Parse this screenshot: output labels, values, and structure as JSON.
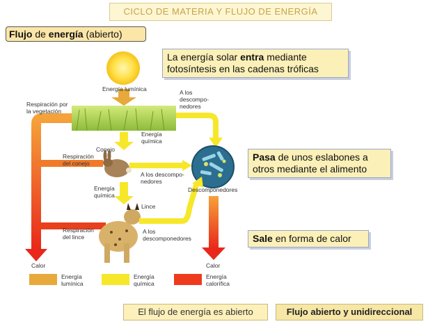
{
  "header": {
    "title": "CICLO DE MATERIA Y FLUJO DE ENERGÍA"
  },
  "flow_label": {
    "part1": "Flujo",
    "part2": " de ",
    "part3": "energía",
    "part4": " (abierto)"
  },
  "callouts": {
    "solar": {
      "line1_pre": "La energía solar ",
      "line1_bold": "entra",
      "line1_post": " mediante",
      "line2": "fotosíntesis en las cadenas tróficas"
    },
    "pasa": {
      "bold": "Pasa",
      "line1_rest": " de unos eslabones a",
      "line2": "otros mediante el alimento"
    },
    "sale": {
      "bold": "Sale",
      "rest": " en forma de calor"
    }
  },
  "diagram": {
    "energia_luminica": "Energía lumínica",
    "respiracion_vegetacion_1": "Respiración por",
    "respiracion_vegetacion_2": "la vegetación",
    "descomp_top_1": "A los",
    "descomp_top_2": "descompo-",
    "descomp_top_3": "nedores",
    "energia_quimica_1a": "Energía",
    "energia_quimica_1b": "química",
    "conejo": "Conejo",
    "respiracion_conejo_1": "Respiración",
    "respiracion_conejo_2": "del conejo",
    "descomp_mid_1": "A los descompo-",
    "descomp_mid_2": "nedores",
    "descomponedores": "Descomponedores",
    "energia_quimica_2a": "Energía",
    "energia_quimica_2b": "química",
    "lince": "Lince",
    "respiracion_lince_1": "Respiración",
    "respiracion_lince_2": "del lince",
    "descomp_bot_1": "A los",
    "descomp_bot_2": "descomponedores",
    "calor_left": "Calor",
    "calor_right": "Calor"
  },
  "legend": [
    {
      "line1": "Energía",
      "line2": "lumínica",
      "color": "#e8a93c"
    },
    {
      "line1": "Energía",
      "line2": "química",
      "color": "#f7e72a"
    },
    {
      "line1": "Energía",
      "line2": "calorífica",
      "color": "#ee3b1c"
    }
  ],
  "bottom": {
    "left": "El flujo de energía es abierto",
    "right": "Flujo abierto y unidireccional"
  },
  "colors": {
    "luminica": "#e8a93c",
    "quimica": "#f7e72a",
    "calor": "#ee3b1c"
  }
}
